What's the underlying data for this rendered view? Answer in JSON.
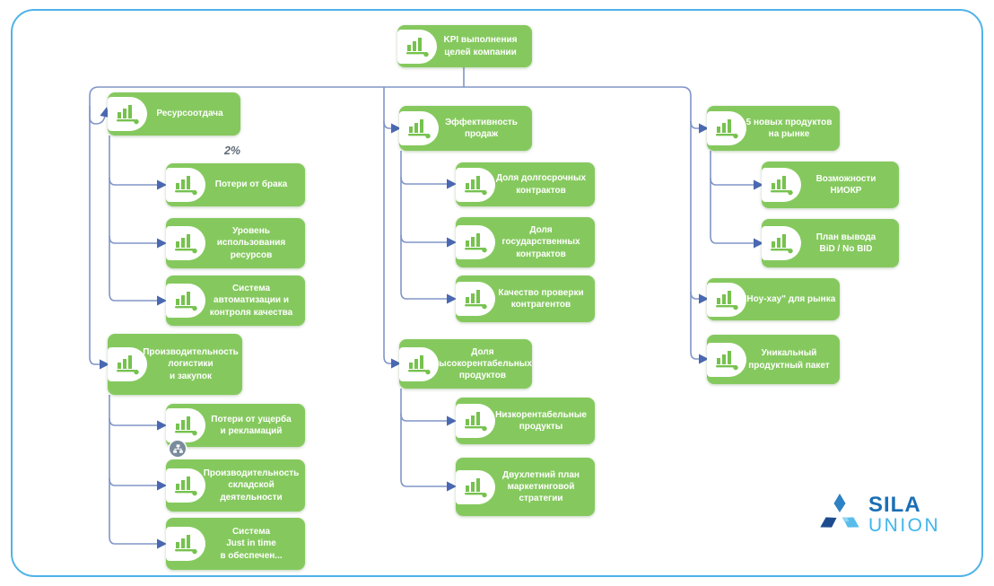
{
  "annotations": {
    "defect_loss_value": "2%"
  },
  "logo": {
    "line1": "SILA",
    "line2": "UNION"
  },
  "colors": {
    "node_green": "#85C95E",
    "icon_glyph_green": "#76C24E",
    "connector_line": "#8095C7",
    "connector_arrow": "#4A68B2",
    "card_border": "#4FB3E8",
    "annotation_gray": "#5E6A75",
    "badge_gray": "#7A8B9C",
    "logo_dark_blue": "#1A6FB5",
    "logo_light_blue": "#41B6EA"
  },
  "nodes": [
    {
      "id": "kpi-root",
      "label": "KPI выполнения\nцелей компании"
    },
    {
      "id": "resursootdacha",
      "label": "Ресурсоотдача"
    },
    {
      "id": "poteri-ot-braka",
      "label": "Потери от брака"
    },
    {
      "id": "uroven-resursov",
      "label": "Уровень\nиспользования\nресурсов"
    },
    {
      "id": "sistema-avtomatizacii",
      "label": "Система\nавтоматизации и\nконтроля качества"
    },
    {
      "id": "proizv-logistiki",
      "label": "Производительность\nлогистики\nи закупок"
    },
    {
      "id": "poteri-ot-ushcherba",
      "label": "Потери от ущерба\nи рекламаций"
    },
    {
      "id": "proizv-skladskoy",
      "label": "Производительность\nскладской\nдеятельности"
    },
    {
      "id": "just-in-time",
      "label": "Система\nJust in time\nв обеспечен..."
    },
    {
      "id": "effektivnost-prodazh",
      "label": "Эффективность\nпродаж"
    },
    {
      "id": "dolya-dolgosrochnyh",
      "label": "Доля долгосрочных\nконтрактов"
    },
    {
      "id": "dolya-gosudarstvennyh",
      "label": "Доля\nгосударственных\nконтрактов"
    },
    {
      "id": "kachestvo-proverki",
      "label": "Качество проверки\nконтрагентов"
    },
    {
      "id": "dolya-vysokorentabelnyh",
      "label": "Доля\nвысокорентабельных\nпродуктов"
    },
    {
      "id": "nizkorentabelnye",
      "label": "Низкорентабельные\nпродукты"
    },
    {
      "id": "dvuhletniy-plan",
      "label": "Двухлетний план\nмаркетинговой\nстратегии"
    },
    {
      "id": "novye-produkty",
      "label": "5 новых продуктов\nна рынке"
    },
    {
      "id": "vozmozhnosti-niokr",
      "label": "Возможности\nНИОКР"
    },
    {
      "id": "plan-vyvoda-bid",
      "label": "План вывода\nBiD / No BID"
    },
    {
      "id": "nou-hau",
      "label": "\"Ноу-хау\" для рынка"
    },
    {
      "id": "unikalnyy-paket",
      "label": "Уникальный\nпродуктный пакет"
    }
  ]
}
